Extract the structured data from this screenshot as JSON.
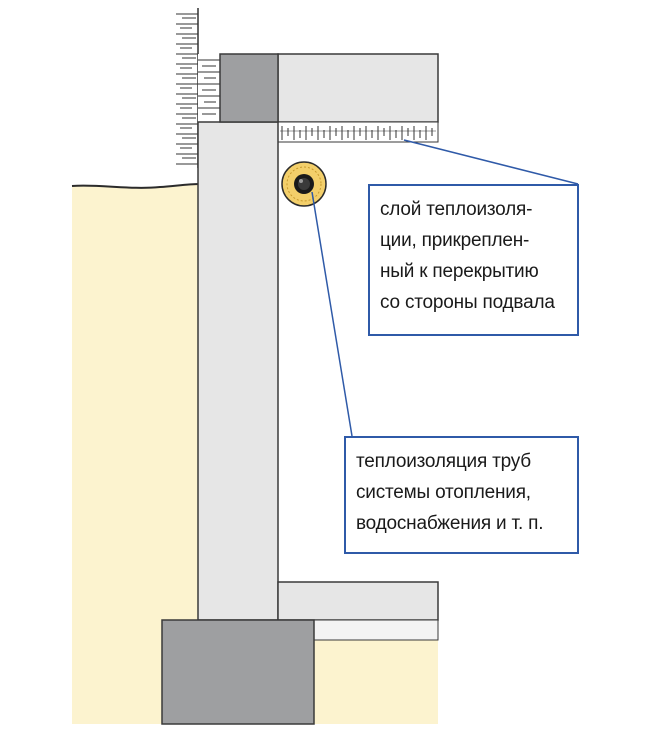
{
  "labels": {
    "ceiling_insulation": {
      "lines": [
        "слой теплоизоля-",
        "ции, прикреплен-",
        "ный к перекрытию",
        "со стороны подвала"
      ]
    },
    "pipe_insulation": {
      "lines": [
        "теплоизоляция труб",
        "системы отопления,",
        "водоснабжения и т. п."
      ]
    }
  },
  "colors": {
    "soil": "#fcf3cf",
    "concrete": "#e6e6e6",
    "dark_concrete": "#9e9fa1",
    "outline": "#3a3a3a",
    "leader": "#2f5aa8",
    "pipe_insulation": "#f3cf6a"
  }
}
